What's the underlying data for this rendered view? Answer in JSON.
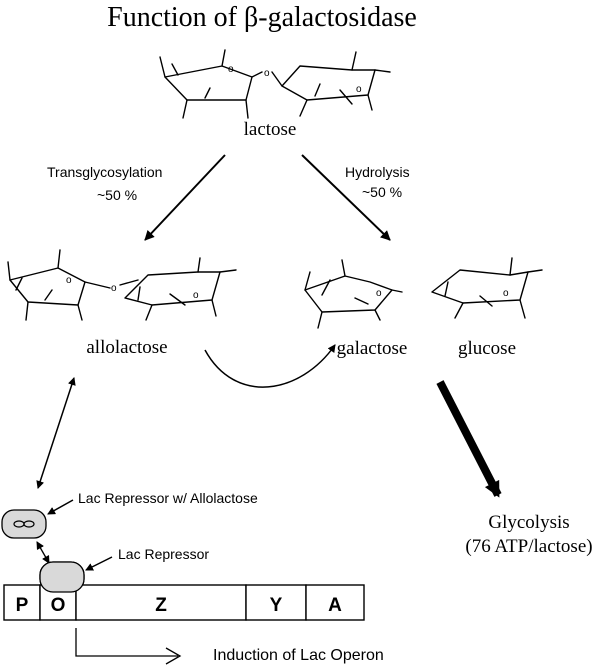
{
  "title": "Function of β-galactosidase",
  "molecules": {
    "lactose": "lactose",
    "allolactose": "allolactose",
    "galactose": "galactose",
    "glucose": "glucose"
  },
  "ring_oxygen": "o",
  "reactions": {
    "transglycosylation": {
      "name": "Transglycosylation",
      "yield": "~50 %"
    },
    "hydrolysis": {
      "name": "Hydrolysis",
      "yield": "~50 %"
    }
  },
  "glycolysis": {
    "line1": "Glycolysis",
    "line2": "(76 ATP/lactose)"
  },
  "labels": {
    "repressor_bound": "Lac Repressor w/ Allolactose",
    "repressor": "Lac Repressor",
    "induction": "Induction of Lac Operon"
  },
  "operon_genes": [
    "P",
    "O",
    "Z",
    "Y",
    "A"
  ],
  "colors": {
    "repressor_fill": "#d9d9d9",
    "line": "#000000"
  }
}
